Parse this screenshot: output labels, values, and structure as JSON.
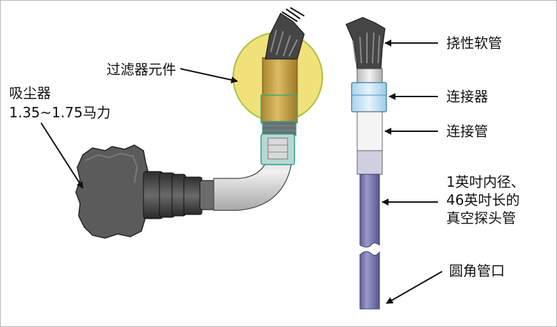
{
  "labels": {
    "filter_element": "过滤器元件",
    "vacuum_title": "吸尘器",
    "vacuum_power": "1.35~1.75马力",
    "flex_hose": "挠性软管",
    "connector": "连接器",
    "connecting_tube": "连接管",
    "probe_line1": "1英吋内径、",
    "probe_line2": "46英吋长的",
    "probe_line3": "真空探头管",
    "rounded_end": "圆角管口"
  },
  "colors": {
    "filter_highlight": "#f0de70",
    "filter_body": "#c9a64a",
    "hose": "#454545",
    "connector": "#cfe8f5",
    "probe_tube": "#7878ad",
    "vacuum_body": "#5b5b5b"
  }
}
